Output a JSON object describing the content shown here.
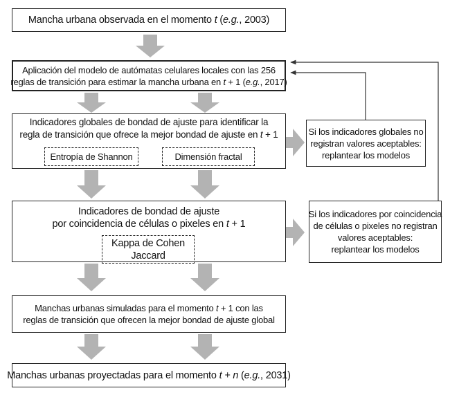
{
  "boxes": {
    "b1": {
      "pre": "Mancha urbana observada en el momento ",
      "t": "t",
      "post": " (",
      "eg": "e.g.",
      "post2": ", 2003)"
    },
    "b2": {
      "line1": "Aplicación del modelo de autómatas celulares locales con las 256",
      "line2_pre": "reglas de transición para estimar la mancha urbana en ",
      "line2_t": "t",
      "line2_mid": " + 1 (",
      "line2_eg": "e.g.",
      "line2_post": ", 2017)"
    },
    "b3": {
      "line1": "Indicadores globales de bondad de ajuste para identificar la",
      "line2_pre": "regla de transición que ofrece la mejor bondad de ajuste en ",
      "line2_t": "t",
      "line2_post": " + 1",
      "sub1": "Entropía de Shannon",
      "sub2": "Dimensión fractal"
    },
    "b4": {
      "line1": "Indicadores de bondad de ajuste",
      "line2_pre": "por coincidencia de células o pixeles en ",
      "line2_t": "t",
      "line2_post": " + 1",
      "sub_line1": "Kappa de Cohen",
      "sub_line2": "Jaccard"
    },
    "b5": {
      "line1_pre": "Manchas urbanas simuladas para el momento ",
      "line1_t": "t",
      "line1_post": " + 1 con las",
      "line2": "reglas de transición que ofrecen la mejor bondad de ajuste global"
    },
    "b6": {
      "pre": "Manchas urbanas proyectadas para el momento ",
      "t": "t + n",
      "post": " (",
      "eg": "e.g.",
      "post2": ", 2031)"
    },
    "side1": {
      "line1": "Si los indicadores globales no",
      "line2": "registran valores aceptables:",
      "line3": "replantear los modelos"
    },
    "side2": {
      "line1": "Si los indicadores por coincidencia",
      "line2": "de células o pixeles no registran",
      "line3": "valores aceptables:",
      "line4": "replantear los modelos"
    }
  },
  "colors": {
    "arrow_fill": "#b3b3b3",
    "border": "#222222",
    "feedback_line": "#333333"
  }
}
